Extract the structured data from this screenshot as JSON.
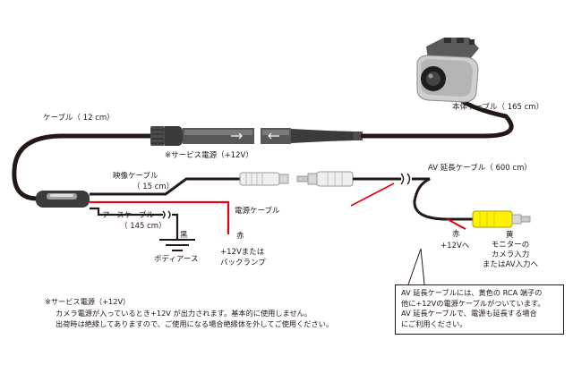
{
  "labels": {
    "cable": "ケーブル（ 12 cm）",
    "body_cable": "本体ケーブル（ 165 cm）",
    "service_power": "※サービス電源（+12V）",
    "video_cable": "映像ケーブル",
    "video_cable_len": "（ 15 cm）",
    "av_ext_cable": "AV 延長ケーブル（ 600 cm）",
    "earth_cable": "アースケーブル",
    "earth_cable_len": "（ 145 cm）",
    "black": "黒",
    "body_earth": "ボディアース",
    "power_cable": "電源ケーブル",
    "red_left": "赤",
    "plus12_or": "+12Vまたは",
    "back_lamp": "バックランプ",
    "red_right": "赤",
    "plus12_to": "+12Vへ",
    "yellow": "黄",
    "monitor_line1": "モニターの",
    "monitor_line2": "カメラ入力",
    "monitor_line3": "またはAV入力へ"
  },
  "callout": {
    "lines": [
      "AV 延長ケーブルには、黄色の RCA 端子の",
      "他に+12Vの電源ケーブルがついています。",
      "AV 延長ケーブルで、電源も延長する場合",
      "にご利用ください。"
    ]
  },
  "footnote": {
    "title": "※サービス電源（+12V）",
    "lines": [
      "カメラ電源が入っているとき+12V が出力されます。基本的に使用しません。",
      "出荷時は絶縁してありますので、ご使用になる場合絶縁体を外してご使用ください。"
    ]
  },
  "colors": {
    "cable": "#231815",
    "red_wire": "#e60012",
    "rca_yellow": "#fff100",
    "plug_white": "#efefef",
    "camera_gray": "#cfcfcf"
  }
}
